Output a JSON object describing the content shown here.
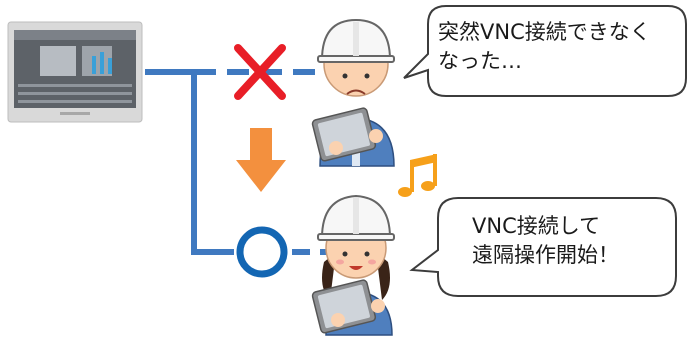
{
  "bubbles": {
    "top": {
      "line1": "突然VNC接続できなく",
      "line2": "なった…"
    },
    "bottom": {
      "line1": "VNC接続して",
      "line2": "遠隔操作開始！"
    }
  },
  "colors": {
    "line_blue": "#3f79c0",
    "cross_red": "#e81e27",
    "circle_blue": "#1366b3",
    "arrow_orange": "#f3903e",
    "note_orange": "#f6a01a",
    "helmet_white": "#f7f7f7",
    "uniform_blue": "#4f7fbe"
  },
  "icons": {
    "device": "touch-panel-hmi-icon",
    "cross": "red-x-mark-icon",
    "circle": "blue-o-mark-icon",
    "arrow": "down-arrow-icon",
    "note": "music-note-icon"
  }
}
